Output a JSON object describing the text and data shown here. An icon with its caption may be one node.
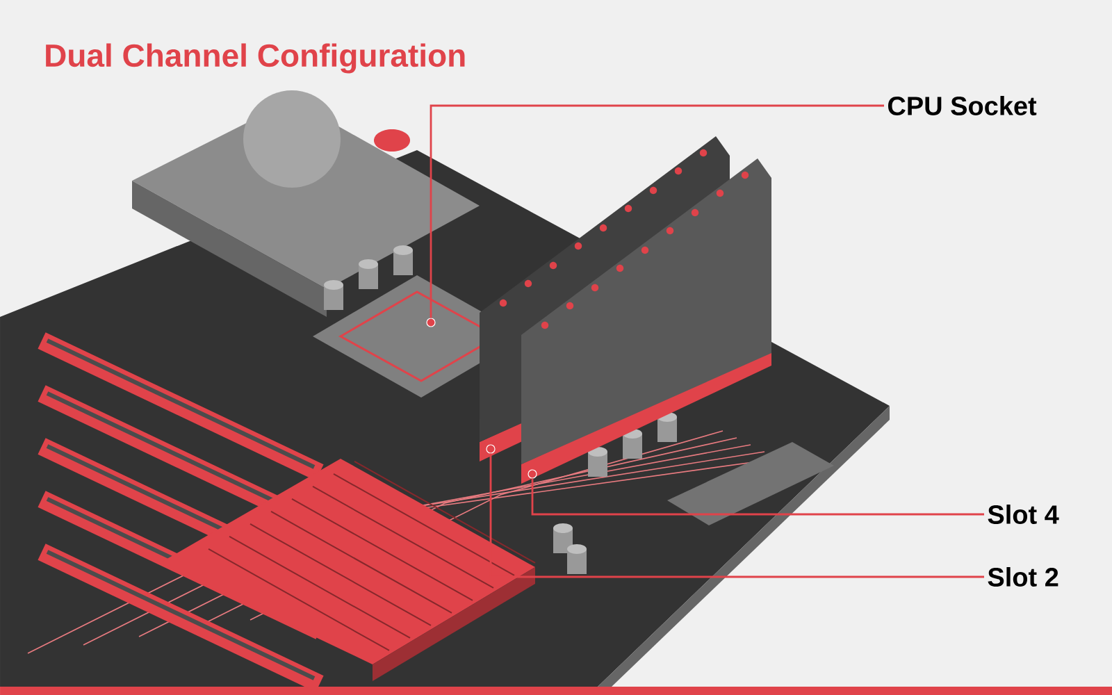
{
  "diagram": {
    "title": "Dual Channel Configuration",
    "nodes": [
      {
        "text": [
          "CPU Socket"
        ]
      },
      {
        "text": [
          "Slot 4"
        ]
      },
      {
        "text": [
          "Slot 2"
        ]
      },
      {
        "text": [],
        "shape": "circle"
      },
      {
        "text": [],
        "shape": "circle"
      },
      {
        "text": [],
        "shape": "circle"
      }
    ],
    "edges": [
      {
        "from": 0,
        "to": 3,
        "arrow": "none"
      },
      {
        "from": 1,
        "to": 4,
        "arrow": "none"
      },
      {
        "from": 2,
        "to": 5,
        "arrow": "none"
      }
    ]
  }
}
